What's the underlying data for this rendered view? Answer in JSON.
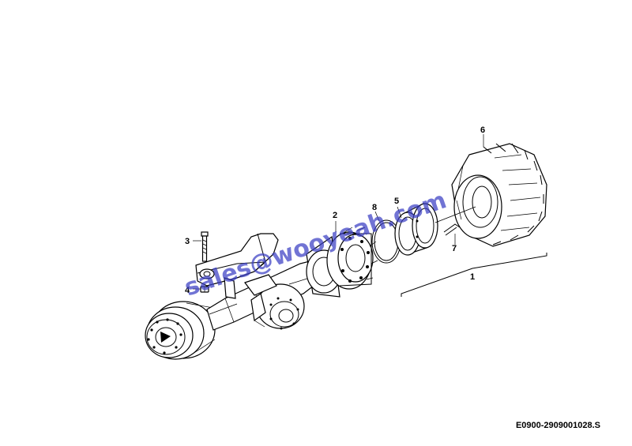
{
  "labels": {
    "p1": "1",
    "p2": "2",
    "p3": "3",
    "p4": "4",
    "p5": "5",
    "p6": "6",
    "p7": "7",
    "p8": "8"
  },
  "watermark": "sales@wooyeah.com",
  "drawing_code": "E0900-2909001028.S"
}
